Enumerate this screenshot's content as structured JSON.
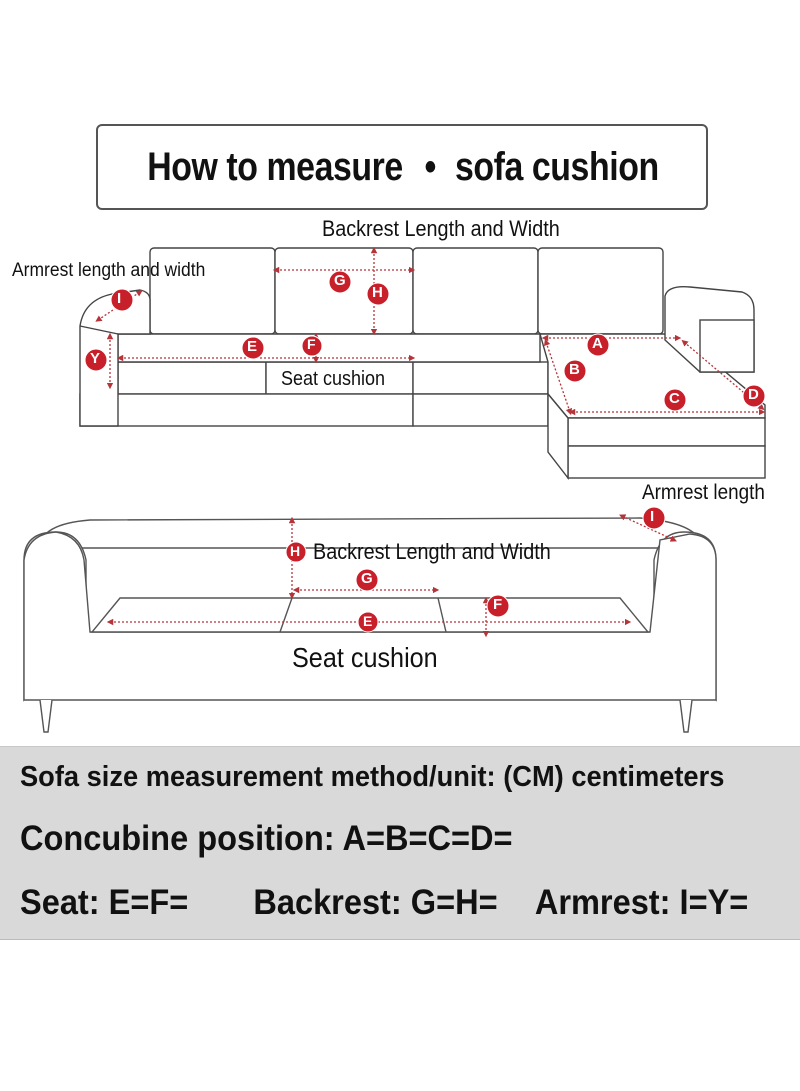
{
  "title": {
    "text_a": "How to measure",
    "bullet": "•",
    "text_b": "sofa cushion"
  },
  "top_diagram": {
    "backrest_label": "Backrest Length and Width",
    "armrest_label": "Armrest length and width",
    "seat_label": "Seat cushion",
    "markers": [
      "I",
      "Y",
      "E",
      "F",
      "G",
      "H",
      "A",
      "B",
      "C",
      "D"
    ]
  },
  "bottom_diagram": {
    "armrest_label": "Armrest length",
    "backrest_label": "Backrest Length and Width",
    "seat_label": "Seat cushion",
    "markers": [
      "I",
      "H",
      "G",
      "F",
      "E"
    ]
  },
  "instructions": {
    "line1": "Sofa size measurement method/unit: (CM) centimeters",
    "line2": "Concubine position: A=B=C=D=",
    "seat": "Seat: E=F=",
    "backrest": "Backrest: G=H=",
    "armrest": "Armrest: I=Y="
  },
  "colors": {
    "marker_fill": "#c8202a",
    "measure_line": "#b5343a",
    "outline": "#444444",
    "panel_bg": "#d9d9d9"
  }
}
